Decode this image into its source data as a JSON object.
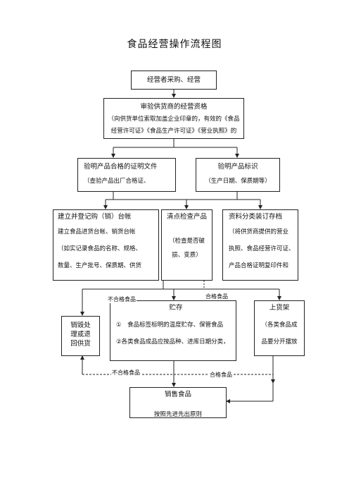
{
  "title": "食品经营操作流程图",
  "nodes": {
    "purchase": {
      "title": "经营者采购、经营"
    },
    "verify_qual": {
      "title": "审验供货商的经营资格",
      "lines": [
        "（向供货单位索取加盖企业印章的，有效的《食品",
        "经营许可证》《食品生产许可证》《营业执照》的"
      ]
    },
    "verify_cert": {
      "title": "验明产品合格的证明文件",
      "lines": [
        "（查验产品出厂合格证、"
      ]
    },
    "verify_label": {
      "title": "验明产品标识",
      "lines": [
        "（生产日期、保质期等）"
      ]
    },
    "ledger": {
      "title": "建立并登记购（销）台帐",
      "lines": [
        "建立食品进货台帐、销货台帐",
        "（如实记录食品的名称、规格、",
        "数量、生产批号、保质期、供货"
      ]
    },
    "inspect": {
      "title": "清点检查产品",
      "lines": [
        "（检查是否破",
        "损、变质）"
      ]
    },
    "archive": {
      "title": "资料分类装订存档",
      "lines": [
        "（将供货商提供的营业",
        "执照、食品经营许可证、",
        "产品合格证明复印件和"
      ]
    },
    "destroy": {
      "lines": [
        "销毁处",
        "理或退",
        "回供货"
      ]
    },
    "storage": {
      "title": "贮存",
      "lines": [
        "①　食品标签标明的温度贮存、保管食品",
        "②各类食品成品应按品种、进库日期分类，"
      ]
    },
    "shelf": {
      "title": "上货架",
      "lines": [
        "（各类食品成",
        "品要分开摆放"
      ]
    },
    "sales": {
      "title": "销售食品",
      "lines": [
        "按照先进先出原则"
      ]
    }
  },
  "edge_labels": {
    "unqualified_top": "不合格食品",
    "qualified_top": "合格食品",
    "unqualified_bottom": "不合格食品",
    "qualified_bottom": "合格食品"
  }
}
